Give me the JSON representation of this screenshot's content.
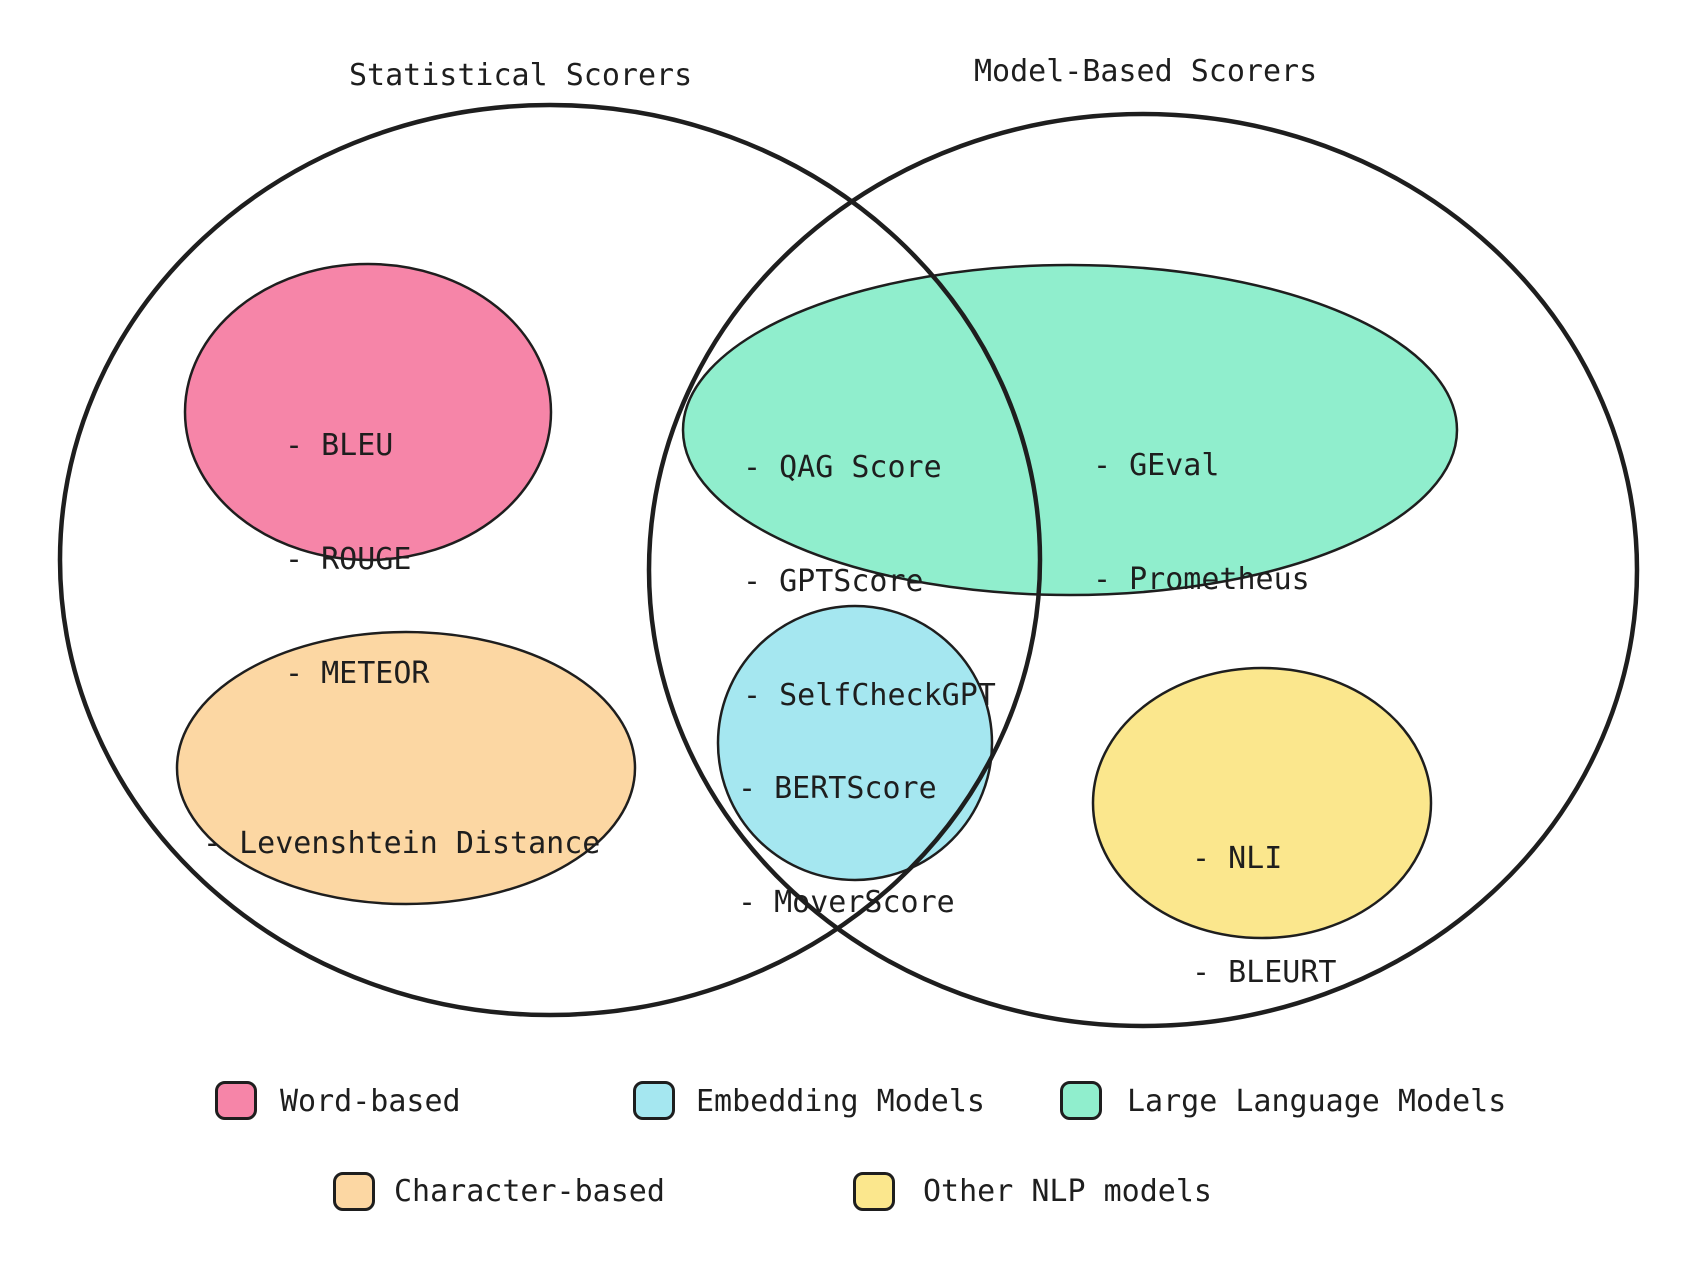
{
  "colors": {
    "outline": "#1e1e1e",
    "text": "#1e1e1e",
    "word_based": "#f685a8",
    "embedding_models": "#a5e7f0",
    "llm": "#90eecd",
    "character_based": "#fcd7a3",
    "other_nlp": "#fbe78d"
  },
  "titles": {
    "left": "Statistical Scorers",
    "right": "Model-Based Scorers"
  },
  "groups": {
    "word_based": {
      "legend_label": "Word-based",
      "items": [
        "- BLEU",
        "- ROUGE",
        "- METEOR"
      ]
    },
    "character_based": {
      "legend_label": "Character-based",
      "items": [
        "- Levenshtein Distance"
      ]
    },
    "embedding_models": {
      "legend_label": "Embedding Models",
      "items": [
        "- BERTScore",
        "- MoverScore"
      ]
    },
    "llm": {
      "legend_label": "Large Language Models",
      "items_overlap": [
        "- QAG Score",
        "- GPTScore",
        "- SelfCheckGPT"
      ],
      "items_model_only": [
        "- GEval",
        "- Prometheus"
      ]
    },
    "other_nlp": {
      "legend_label": "Other NLP models",
      "items": [
        "- NLI",
        "- BLEURT"
      ]
    }
  }
}
